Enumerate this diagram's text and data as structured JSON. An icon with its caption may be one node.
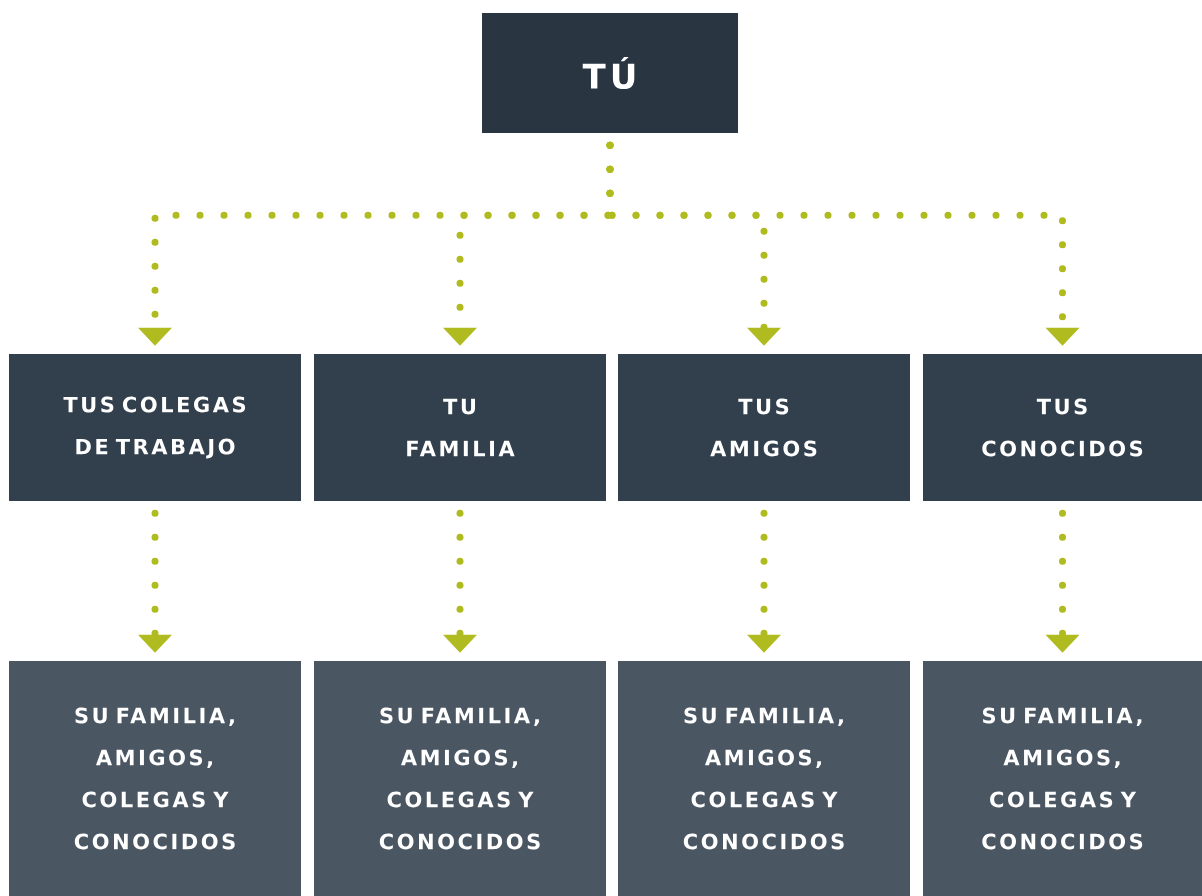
{
  "diagram": {
    "nodes": [
      {
        "text": [
          "TÚ"
        ]
      },
      {
        "text": [
          "TUS COLEGAS DE TRABAJO"
        ]
      },
      {
        "text": [
          "TU FAMILIA"
        ]
      },
      {
        "text": [
          "TUS AMIGOS"
        ]
      },
      {
        "text": [
          "TUS CONOCIDOS"
        ]
      },
      {
        "text": [
          "SU FAMILIA, AMIGOS, COLEGAS Y CONOCIDOS"
        ]
      },
      {
        "text": [
          "SU FAMILIA, AMIGOS, COLEGAS Y CONOCIDOS"
        ]
      },
      {
        "text": [
          "SU FAMILIA, AMIGOS, COLEGAS Y CONOCIDOS"
        ]
      },
      {
        "text": [
          "SU FAMILIA, AMIGOS, COLEGAS Y CONOCIDOS"
        ]
      }
    ],
    "edges": [
      {
        "from": 0,
        "to": 1,
        "arrow": "to"
      },
      {
        "from": 0,
        "to": 2,
        "arrow": "to"
      },
      {
        "from": 0,
        "to": 3,
        "arrow": "to"
      },
      {
        "from": 0,
        "to": 4,
        "arrow": "to"
      },
      {
        "from": 1,
        "to": 5,
        "arrow": "to"
      },
      {
        "from": 2,
        "to": 6,
        "arrow": "to"
      },
      {
        "from": 3,
        "to": 7,
        "arrow": "to"
      },
      {
        "from": 4,
        "to": 8,
        "arrow": "to"
      }
    ]
  }
}
